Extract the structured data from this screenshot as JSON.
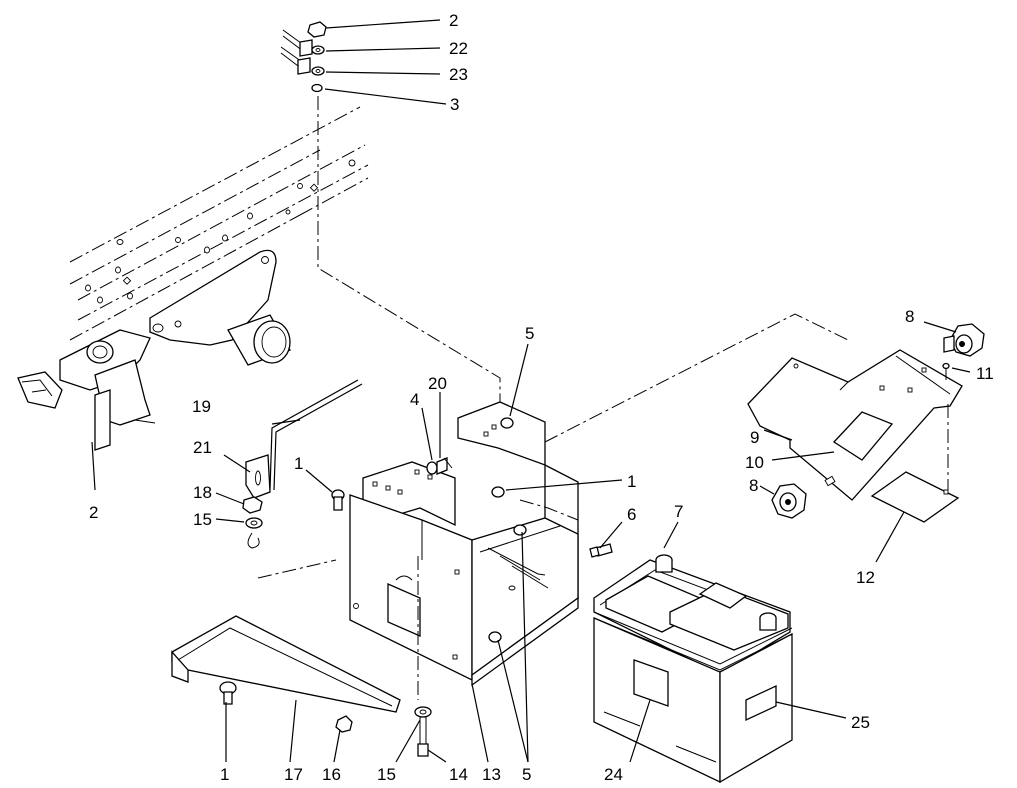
{
  "callouts": [
    {
      "id": "c1",
      "text": "2"
    },
    {
      "id": "c2",
      "text": "22"
    },
    {
      "id": "c3",
      "text": "23"
    },
    {
      "id": "c4",
      "text": "3"
    },
    {
      "id": "c5",
      "text": "5"
    },
    {
      "id": "c6",
      "text": "20"
    },
    {
      "id": "c7",
      "text": "4"
    },
    {
      "id": "c8",
      "text": "19"
    },
    {
      "id": "c9",
      "text": "21"
    },
    {
      "id": "c10",
      "text": "1"
    },
    {
      "id": "c11",
      "text": "18"
    },
    {
      "id": "c12",
      "text": "15"
    },
    {
      "id": "c13",
      "text": "2"
    },
    {
      "id": "c14",
      "text": "1"
    },
    {
      "id": "c15",
      "text": "6"
    },
    {
      "id": "c16",
      "text": "7"
    },
    {
      "id": "c17",
      "text": "8"
    },
    {
      "id": "c18",
      "text": "11"
    },
    {
      "id": "c19",
      "text": "9"
    },
    {
      "id": "c20",
      "text": "10"
    },
    {
      "id": "c21",
      "text": "8"
    },
    {
      "id": "c22",
      "text": "12"
    },
    {
      "id": "c23",
      "text": "25"
    },
    {
      "id": "c24",
      "text": "1"
    },
    {
      "id": "c25",
      "text": "17"
    },
    {
      "id": "c26",
      "text": "16"
    },
    {
      "id": "c27",
      "text": "15"
    },
    {
      "id": "c28",
      "text": "14"
    },
    {
      "id": "c29",
      "text": "13"
    },
    {
      "id": "c30",
      "text": "5"
    },
    {
      "id": "c31",
      "text": "24"
    }
  ]
}
